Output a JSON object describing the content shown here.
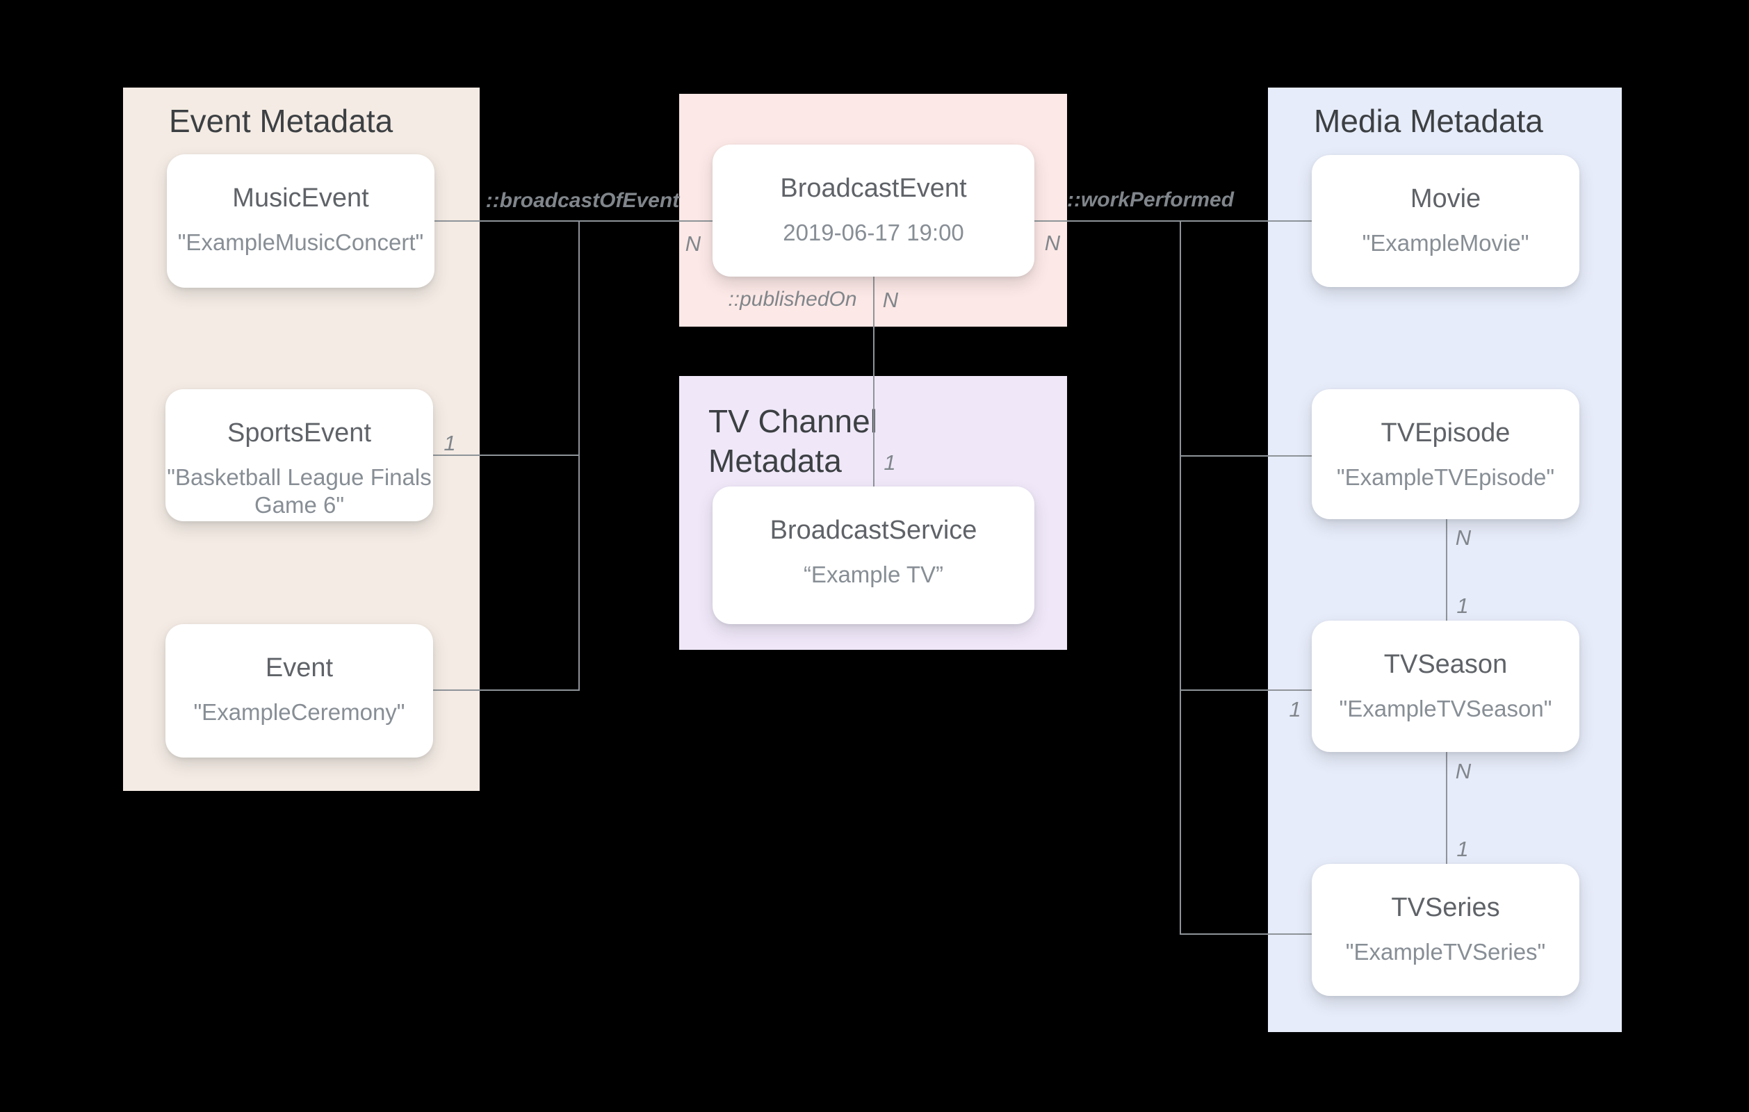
{
  "canvas": {
    "background": "#000000"
  },
  "panels": {
    "event": {
      "title": "Event Metadata",
      "bg": "#F4EBE4"
    },
    "broadcast": {
      "bg": "#FCE8E6"
    },
    "tv_channel": {
      "title": "TV Channel Metadata",
      "bg": "#F0E8F9"
    },
    "media": {
      "title": "Media Metadata",
      "bg": "#E7ECFA"
    }
  },
  "entities": {
    "music_event": {
      "name": "MusicEvent",
      "example": "\"ExampleMusicConcert\""
    },
    "sports_event": {
      "name": "SportsEvent",
      "example": "\"Basketball League Finals Game 6\""
    },
    "event": {
      "name": "Event",
      "example": "\"ExampleCeremony\""
    },
    "broadcast_event": {
      "name": "BroadcastEvent",
      "example": "2019-06-17 19:00"
    },
    "broadcast_service": {
      "name": "BroadcastService",
      "example": "“Example TV”"
    },
    "movie": {
      "name": "Movie",
      "example": "\"ExampleMovie\""
    },
    "tv_episode": {
      "name": "TVEpisode",
      "example": "\"ExampleTVEpisode\""
    },
    "tv_season": {
      "name": "TVSeason",
      "example": "\"ExampleTVSeason\""
    },
    "tv_series": {
      "name": "TVSeries",
      "example": "\"ExampleTVSeries\""
    }
  },
  "relationships": {
    "broadcast_of_event": {
      "label": "::broadcastOfEvent",
      "n": "N",
      "one": "1"
    },
    "published_on": {
      "label": "::publishedOn",
      "n": "N",
      "one": "1"
    },
    "work_performed": {
      "label": "::workPerformed",
      "n": "N",
      "one": "1"
    },
    "episode_of_season": {
      "n": "N",
      "one": "1"
    },
    "season_of_series": {
      "n": "N",
      "one": "1"
    }
  }
}
